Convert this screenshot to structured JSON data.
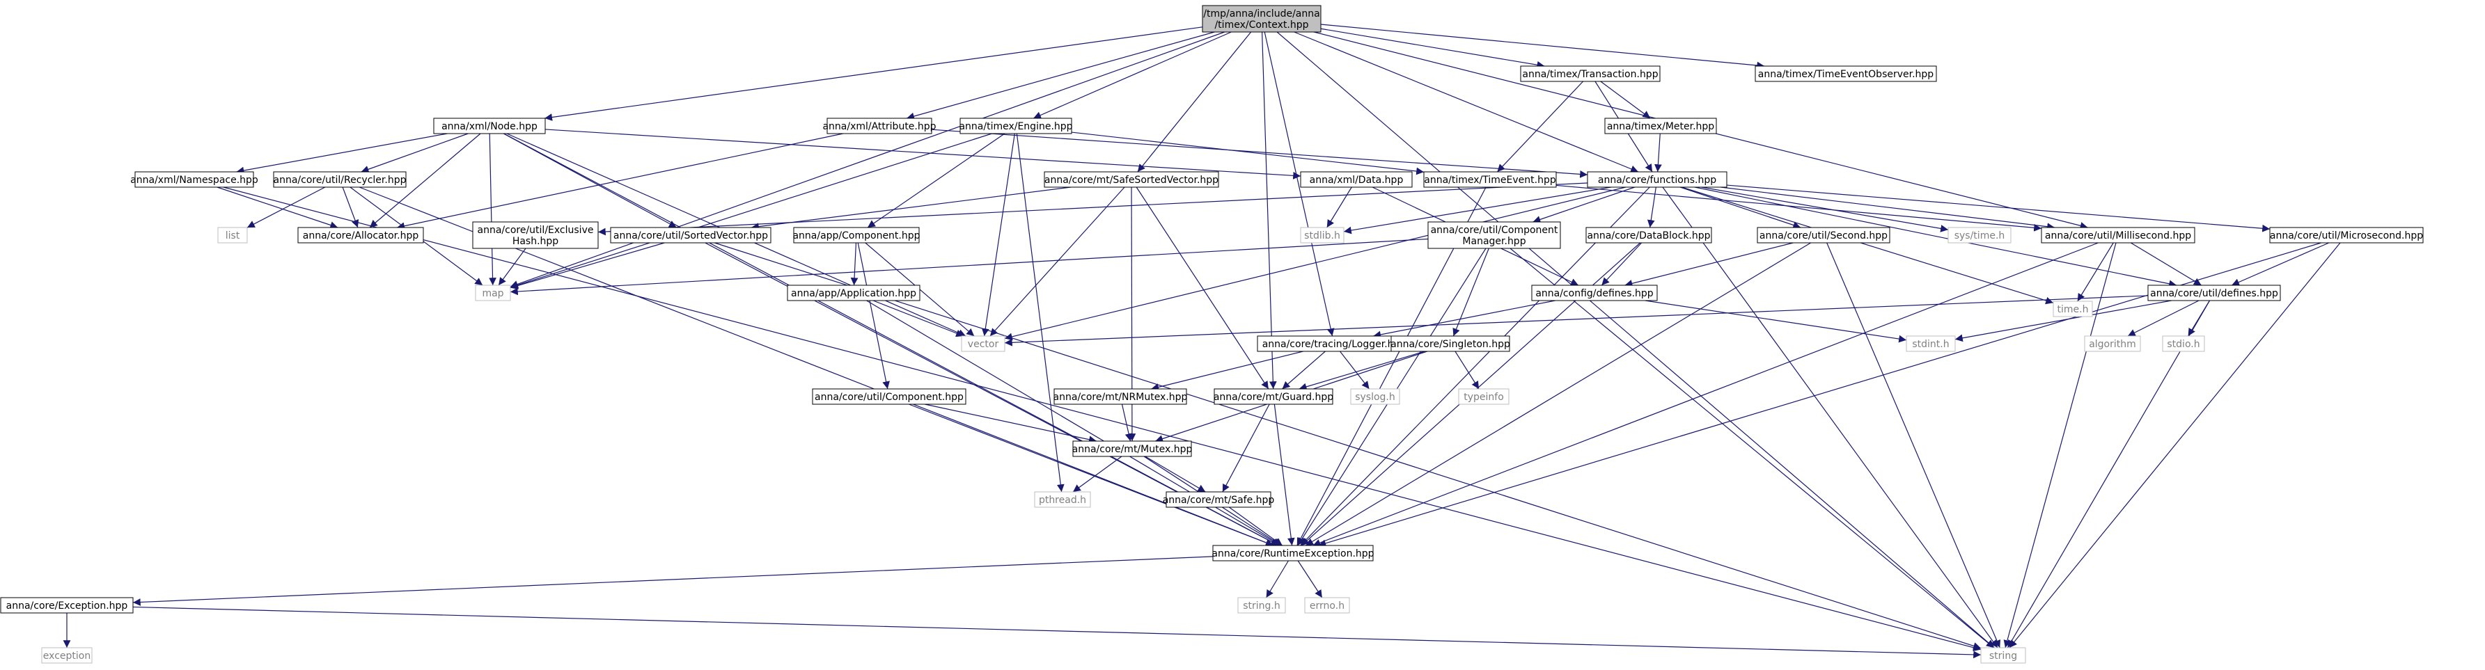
{
  "colors": {
    "edge": "#191970",
    "node_border": "#000000",
    "system_border": "#bfbfbf",
    "system_text": "#808080",
    "root_fill": "#bfbfbf",
    "node_fill": "#ffffff"
  },
  "nodes": [
    {
      "id": "context",
      "lines": [
        "/tmp/anna/include/anna",
        "/timex/Context.hpp"
      ],
      "kind": "root"
    },
    {
      "id": "node",
      "lines": [
        "anna/xml/Node.hpp"
      ],
      "kind": "header"
    },
    {
      "id": "attribute",
      "lines": [
        "anna/xml/Attribute.hpp"
      ],
      "kind": "header"
    },
    {
      "id": "engine",
      "lines": [
        "anna/timex/Engine.hpp"
      ],
      "kind": "header"
    },
    {
      "id": "transaction",
      "lines": [
        "anna/timex/Transaction.hpp"
      ],
      "kind": "header"
    },
    {
      "id": "timeeventobserver",
      "lines": [
        "anna/timex/TimeEventObserver.hpp"
      ],
      "kind": "header"
    },
    {
      "id": "meter",
      "lines": [
        "anna/timex/Meter.hpp"
      ],
      "kind": "header"
    },
    {
      "id": "namespace",
      "lines": [
        "anna/xml/Namespace.hpp"
      ],
      "kind": "header"
    },
    {
      "id": "recycler",
      "lines": [
        "anna/core/util/Recycler.hpp"
      ],
      "kind": "header"
    },
    {
      "id": "safesortedvector",
      "lines": [
        "anna/core/mt/SafeSortedVector.hpp"
      ],
      "kind": "header"
    },
    {
      "id": "xmldata",
      "lines": [
        "anna/xml/Data.hpp"
      ],
      "kind": "header"
    },
    {
      "id": "timeevent",
      "lines": [
        "anna/timex/TimeEvent.hpp"
      ],
      "kind": "header"
    },
    {
      "id": "functions",
      "lines": [
        "anna/core/functions.hpp"
      ],
      "kind": "header"
    },
    {
      "id": "list",
      "lines": [
        "list"
      ],
      "kind": "system"
    },
    {
      "id": "allocator",
      "lines": [
        "anna/core/Allocator.hpp"
      ],
      "kind": "header"
    },
    {
      "id": "exclusivehash",
      "lines": [
        "anna/core/util/Exclusive",
        "Hash.hpp"
      ],
      "kind": "header"
    },
    {
      "id": "sortedvector",
      "lines": [
        "anna/core/util/SortedVector.hpp"
      ],
      "kind": "header"
    },
    {
      "id": "appcomponent",
      "lines": [
        "anna/app/Component.hpp"
      ],
      "kind": "header"
    },
    {
      "id": "stdlib",
      "lines": [
        "stdlib.h"
      ],
      "kind": "system"
    },
    {
      "id": "componentmanager",
      "lines": [
        "anna/core/util/Component",
        "Manager.hpp"
      ],
      "kind": "header"
    },
    {
      "id": "datablock",
      "lines": [
        "anna/core/DataBlock.hpp"
      ],
      "kind": "header"
    },
    {
      "id": "second",
      "lines": [
        "anna/core/util/Second.hpp"
      ],
      "kind": "header"
    },
    {
      "id": "systime",
      "lines": [
        "sys/time.h"
      ],
      "kind": "system"
    },
    {
      "id": "millisecond",
      "lines": [
        "anna/core/util/Millisecond.hpp"
      ],
      "kind": "header"
    },
    {
      "id": "microsecond",
      "lines": [
        "anna/core/util/Microsecond.hpp"
      ],
      "kind": "header"
    },
    {
      "id": "map",
      "lines": [
        "map"
      ],
      "kind": "system"
    },
    {
      "id": "application",
      "lines": [
        "anna/app/Application.hpp"
      ],
      "kind": "header"
    },
    {
      "id": "configdefines",
      "lines": [
        "anna/config/defines.hpp"
      ],
      "kind": "header"
    },
    {
      "id": "timeh",
      "lines": [
        "time.h"
      ],
      "kind": "system"
    },
    {
      "id": "utildefines",
      "lines": [
        "anna/core/util/defines.hpp"
      ],
      "kind": "header"
    },
    {
      "id": "vector",
      "lines": [
        "vector"
      ],
      "kind": "system"
    },
    {
      "id": "logger",
      "lines": [
        "anna/core/tracing/Logger.hpp"
      ],
      "kind": "header"
    },
    {
      "id": "singleton",
      "lines": [
        "anna/core/Singleton.hpp"
      ],
      "kind": "header"
    },
    {
      "id": "stdint",
      "lines": [
        "stdint.h"
      ],
      "kind": "system"
    },
    {
      "id": "algorithm",
      "lines": [
        "algorithm"
      ],
      "kind": "system"
    },
    {
      "id": "stdio",
      "lines": [
        "stdio.h"
      ],
      "kind": "system"
    },
    {
      "id": "utilcomponent",
      "lines": [
        "anna/core/util/Component.hpp"
      ],
      "kind": "header"
    },
    {
      "id": "nrmutex",
      "lines": [
        "anna/core/mt/NRMutex.hpp"
      ],
      "kind": "header"
    },
    {
      "id": "guard",
      "lines": [
        "anna/core/mt/Guard.hpp"
      ],
      "kind": "header"
    },
    {
      "id": "syslog",
      "lines": [
        "syslog.h"
      ],
      "kind": "system"
    },
    {
      "id": "typeinfo",
      "lines": [
        "typeinfo"
      ],
      "kind": "system"
    },
    {
      "id": "mutex",
      "lines": [
        "anna/core/mt/Mutex.hpp"
      ],
      "kind": "header"
    },
    {
      "id": "pthread",
      "lines": [
        "pthread.h"
      ],
      "kind": "system"
    },
    {
      "id": "safe",
      "lines": [
        "anna/core/mt/Safe.hpp"
      ],
      "kind": "header"
    },
    {
      "id": "runtimeexception",
      "lines": [
        "anna/core/RuntimeException.hpp"
      ],
      "kind": "header"
    },
    {
      "id": "exception",
      "lines": [
        "anna/core/Exception.hpp"
      ],
      "kind": "header"
    },
    {
      "id": "stringh",
      "lines": [
        "string.h"
      ],
      "kind": "system"
    },
    {
      "id": "errno",
      "lines": [
        "errno.h"
      ],
      "kind": "system"
    },
    {
      "id": "exceptionsys",
      "lines": [
        "exception"
      ],
      "kind": "system"
    },
    {
      "id": "string",
      "lines": [
        "string"
      ],
      "kind": "system"
    }
  ],
  "edges": [
    [
      "context",
      "node"
    ],
    [
      "context",
      "attribute"
    ],
    [
      "context",
      "engine"
    ],
    [
      "context",
      "transaction"
    ],
    [
      "context",
      "timeeventobserver"
    ],
    [
      "context",
      "safesortedvector"
    ],
    [
      "context",
      "functions"
    ],
    [
      "context",
      "millisecond"
    ],
    [
      "context",
      "map"
    ],
    [
      "context",
      "logger"
    ],
    [
      "context",
      "guard"
    ],
    [
      "context",
      "string"
    ],
    [
      "transaction",
      "meter"
    ],
    [
      "transaction",
      "functions"
    ],
    [
      "transaction",
      "timeevent"
    ],
    [
      "meter",
      "functions"
    ],
    [
      "node",
      "namespace"
    ],
    [
      "node",
      "recycler"
    ],
    [
      "node",
      "allocator"
    ],
    [
      "node",
      "sortedvector"
    ],
    [
      "node",
      "map"
    ],
    [
      "node",
      "vector"
    ],
    [
      "node",
      "runtimeexception"
    ],
    [
      "node",
      "xmldata"
    ],
    [
      "attribute",
      "allocator"
    ],
    [
      "attribute",
      "functions"
    ],
    [
      "engine",
      "appcomponent"
    ],
    [
      "engine",
      "timeevent"
    ],
    [
      "engine",
      "vector"
    ],
    [
      "engine",
      "pthread"
    ],
    [
      "engine",
      "map"
    ],
    [
      "namespace",
      "allocator"
    ],
    [
      "namespace",
      "string"
    ],
    [
      "recycler",
      "list"
    ],
    [
      "recycler",
      "allocator"
    ],
    [
      "recycler",
      "map"
    ],
    [
      "recycler",
      "runtimeexception"
    ],
    [
      "safesortedvector",
      "sortedvector"
    ],
    [
      "safesortedvector",
      "vector"
    ],
    [
      "safesortedvector",
      "guard"
    ],
    [
      "safesortedvector",
      "mutex"
    ],
    [
      "xmldata",
      "stdlib"
    ],
    [
      "xmldata",
      "configdefines"
    ],
    [
      "timeevent",
      "runtimeexception"
    ],
    [
      "timeevent",
      "millisecond"
    ],
    [
      "functions",
      "exclusivehash"
    ],
    [
      "functions",
      "componentmanager"
    ],
    [
      "functions",
      "datablock"
    ],
    [
      "functions",
      "second"
    ],
    [
      "functions",
      "systime"
    ],
    [
      "functions",
      "millisecond"
    ],
    [
      "functions",
      "microsecond"
    ],
    [
      "functions",
      "stdlib"
    ],
    [
      "functions",
      "vector"
    ],
    [
      "functions",
      "timeh"
    ],
    [
      "functions",
      "string"
    ],
    [
      "functions",
      "runtimeexception"
    ],
    [
      "functions",
      "utildefines"
    ],
    [
      "exclusivehash",
      "map"
    ],
    [
      "sortedvector",
      "map"
    ],
    [
      "sortedvector",
      "string"
    ],
    [
      "sortedvector",
      "runtimeexception"
    ],
    [
      "appcomponent",
      "application"
    ],
    [
      "appcomponent",
      "vector"
    ],
    [
      "appcomponent",
      "utilcomponent"
    ],
    [
      "application",
      "vector"
    ],
    [
      "application",
      "runtimeexception"
    ],
    [
      "componentmanager",
      "map"
    ],
    [
      "componentmanager",
      "singleton"
    ],
    [
      "componentmanager",
      "runtimeexception"
    ],
    [
      "componentmanager",
      "string"
    ],
    [
      "datablock",
      "configdefines"
    ],
    [
      "datablock",
      "runtimeexception"
    ],
    [
      "second",
      "configdefines"
    ],
    [
      "second",
      "string"
    ],
    [
      "second",
      "runtimeexception"
    ],
    [
      "millisecond",
      "timeh"
    ],
    [
      "millisecond",
      "utildefines"
    ],
    [
      "millisecond",
      "runtimeexception"
    ],
    [
      "millisecond",
      "string"
    ],
    [
      "microsecond",
      "utildefines"
    ],
    [
      "microsecond",
      "string"
    ],
    [
      "microsecond",
      "runtimeexception"
    ],
    [
      "configdefines",
      "stdint"
    ],
    [
      "configdefines",
      "logger"
    ],
    [
      "utildefines",
      "vector"
    ],
    [
      "utildefines",
      "stdint"
    ],
    [
      "utildefines",
      "algorithm"
    ],
    [
      "utildefines",
      "stdio"
    ],
    [
      "utildefines",
      "string"
    ],
    [
      "logger",
      "guard"
    ],
    [
      "logger",
      "syslog"
    ],
    [
      "logger",
      "nrmutex"
    ],
    [
      "singleton",
      "guard"
    ],
    [
      "singleton",
      "typeinfo"
    ],
    [
      "singleton",
      "mutex"
    ],
    [
      "utilcomponent",
      "mutex"
    ],
    [
      "utilcomponent",
      "runtimeexception"
    ],
    [
      "nrmutex",
      "mutex"
    ],
    [
      "guard",
      "safe"
    ],
    [
      "guard",
      "runtimeexception"
    ],
    [
      "mutex",
      "pthread"
    ],
    [
      "mutex",
      "safe"
    ],
    [
      "mutex",
      "runtimeexception"
    ],
    [
      "safe",
      "runtimeexception"
    ],
    [
      "runtimeexception",
      "exception"
    ],
    [
      "runtimeexception",
      "stringh"
    ],
    [
      "runtimeexception",
      "errno"
    ],
    [
      "exception",
      "exceptionsys"
    ],
    [
      "exception",
      "string"
    ]
  ]
}
